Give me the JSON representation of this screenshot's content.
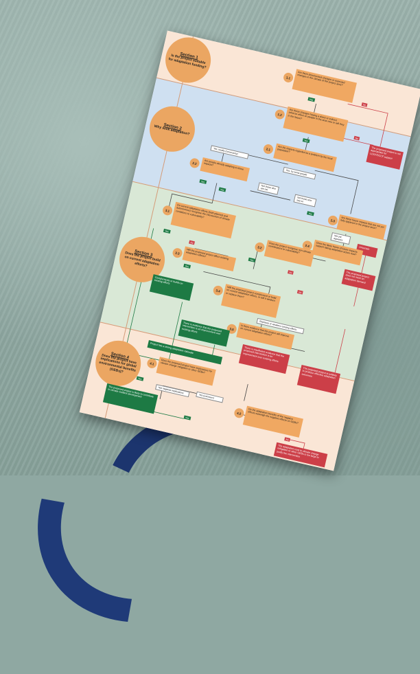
{
  "colors": {
    "orange": "#f0a862",
    "red": "#cc3f48",
    "green": "#1d7a44",
    "s1": "#fae6d6",
    "s2": "#cfe0f1",
    "s3": "#d9e8d6"
  },
  "sections": [
    {
      "title": "Section 1",
      "question": "Is the project suitable for adaptation funding?"
    },
    {
      "title": "Section 2",
      "question": "Why seek adaptation?"
    },
    {
      "title": "Section 3",
      "question": "Does the project build on current adaptation efforts?"
    },
    {
      "title": "Section 4",
      "question": "Does the project have implications for global environmental benefits (GEBs)?"
    }
  ],
  "nodes": {
    "n11": {
      "num": "1.1",
      "text": "Are there documented changes or expected changes in the climate of the project area?"
    },
    "n12": {
      "num": "1.2",
      "text": "Are these changes having a direct or indirect adverse effect on people in the area now or will they in the future?"
    },
    "n21": {
      "num": "2.1",
      "text": "Are the impacts regarded as a problem by the local population?"
    },
    "n22": {
      "num": "2.2",
      "text": "Are people already adapting to these impacts?"
    },
    "n23": {
      "num": "2.3",
      "text": "Are these future impacts that are not yet fully apparent in the project area?"
    },
    "n24": {
      "num": "2.4",
      "text": "Does the likely frame of future impacts support taking adaptation action now?"
    },
    "n31": {
      "num": "3.1",
      "text": "Do current adaptation efforts (both planned and autonomous) recognise the intersection of climate conditions to vulnerability?"
    },
    "n32": {
      "num": "3.2",
      "text": "Does the project recognise non-climate contributions to vulnerability?"
    },
    "n33": {
      "num": "3.3",
      "text": "Will the proposed project affect existing adaptation efforts?"
    },
    "n34": {
      "num": "3.4",
      "text": "Will the proposed project complement or build on current adaptation efforts, or will it weaken or replace them?"
    },
    "n35": {
      "num": "3.5",
      "text": "Is there evidence that the project will improve on current adaptation efforts?"
    },
    "n41": {
      "num": "4.1",
      "text": "Does the proposed project have implications for climate change mitigation or other GEBs?"
    },
    "n42": {
      "num": "4.2",
      "text": "Do the adaptation benefits of the negative effects outweigh the negative effects on GEBs?"
    }
  },
  "outcomes": {
    "r1": "The proposed project is not appropriate for LDCF/SCCF support",
    "r2": "Uncertain",
    "r3": "The proposed project does not meet an adaptation demand",
    "r4": "There is insufficient evidence that the proposed intervention is an improvement over existing efforts",
    "r5": "The proposed project is unlikely to produce effective adaptation outcomes",
    "r6": "The adaptation cost to climate change mitigation or other GEBs is too large to justify the intervention",
    "g1": "Complements or builds on existing efforts",
    "g2": "There is evidence that the proposed intervention is an improvement over existing efforts",
    "g3": "Project has a strong adaptation rationale",
    "g4": "The proposed project is likely to contribute to climate resilient development",
    "w1": "Replaces or weakens existing efforts"
  },
  "side": {
    "a": "Yes, locally (community)",
    "b": "Yes, by some people",
    "c": "Not those who are not",
    "d": "Not those who say no",
    "e": "Not yet apparent",
    "f": "Not negative implications",
    "g": "Yes (unknown)"
  },
  "labels": {
    "yes": "Yes",
    "no": "No"
  }
}
